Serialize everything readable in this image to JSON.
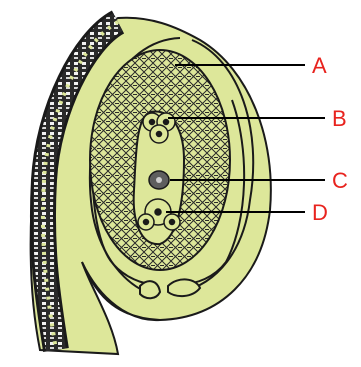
{
  "labels": {
    "a": "A",
    "b": "B",
    "c": "C",
    "d": "D"
  },
  "colors": {
    "tissue_fill": "#dde79a",
    "outline": "#1a1a1a",
    "label": "#e8231e",
    "nucleus": "#6c6c6c"
  }
}
